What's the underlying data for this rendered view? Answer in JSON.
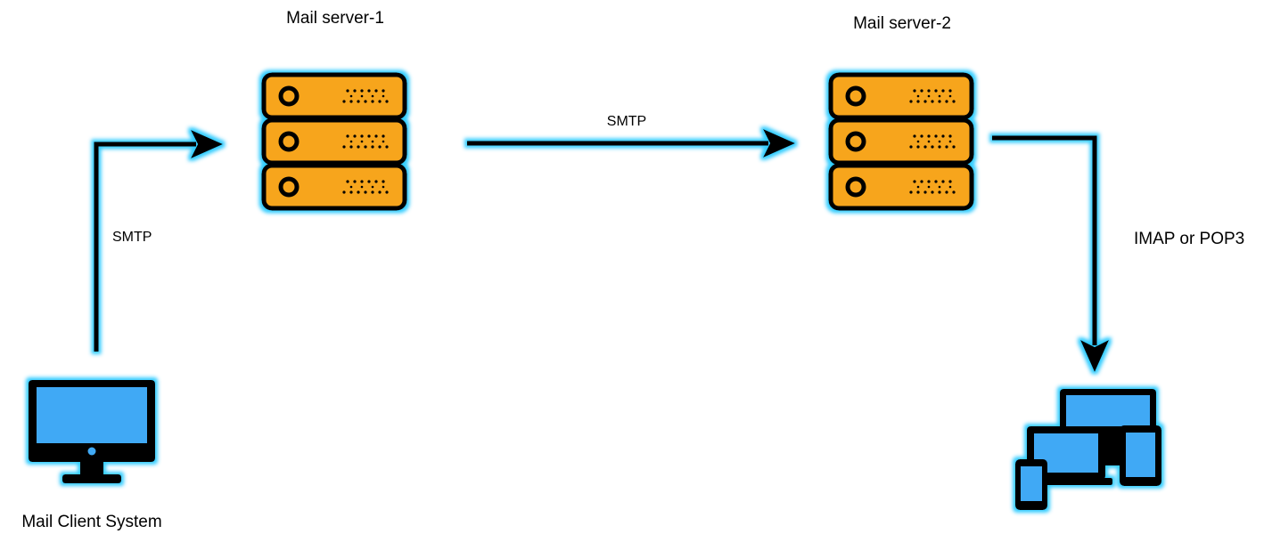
{
  "labels": {
    "server1": "Mail server-1",
    "server2": "Mail server-2",
    "client": "Mail Client System",
    "protocol_client_to_server1": "SMTP",
    "protocol_server1_to_server2": "SMTP",
    "protocol_server2_to_devices": "IMAP or POP3"
  },
  "colors": {
    "server_fill": "#f7a51c",
    "outline": "#000000",
    "glow": "#33ccff",
    "screen_fill": "#3fa9f5",
    "arrow": "#000000"
  },
  "icons": {
    "server1": "server-stack-icon",
    "server2": "server-stack-icon",
    "client": "desktop-computer-icon",
    "recipient": "multi-device-icon"
  }
}
